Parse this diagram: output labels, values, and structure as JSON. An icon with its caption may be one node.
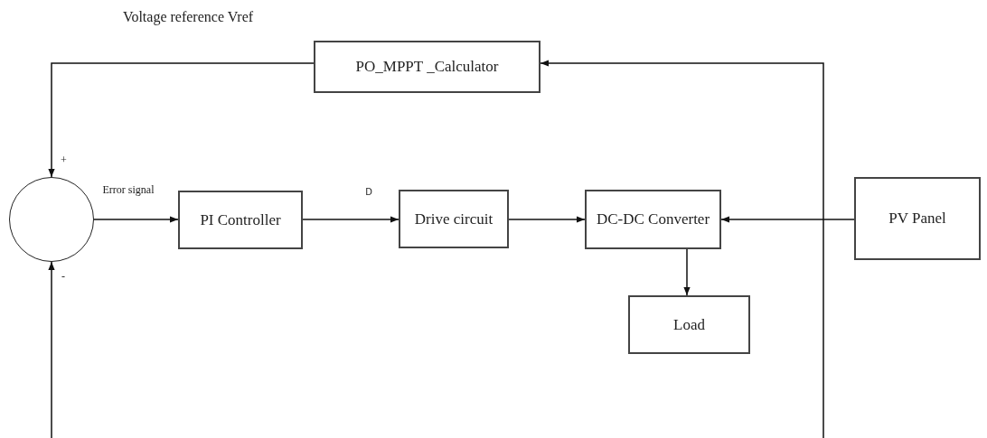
{
  "diagram": {
    "nodes": [
      {
        "text": [
          "PO_MPPT _Calculator"
        ]
      },
      {
        "text": [],
        "shape": "circle"
      },
      {
        "text": [
          "PI Controller"
        ]
      },
      {
        "text": [
          "Drive circuit"
        ]
      },
      {
        "text": [
          "DC-DC Converter"
        ]
      },
      {
        "text": [
          "PV Panel"
        ]
      },
      {
        "text": [
          "Load"
        ]
      }
    ],
    "edges": [
      {
        "from": null,
        "to": 0,
        "arrow": "to"
      },
      {
        "from": 0,
        "to": 1,
        "arrow": "to",
        "label": "Voltage reference Vref"
      },
      {
        "from": null,
        "to": 1,
        "arrow": "to"
      },
      {
        "from": 1,
        "to": 2,
        "arrow": "to",
        "label": "Error signal"
      },
      {
        "from": 2,
        "to": 3,
        "arrow": "to",
        "label": "D"
      },
      {
        "from": 3,
        "to": 4,
        "arrow": "to"
      },
      {
        "from": 5,
        "to": 4,
        "arrow": "to"
      },
      {
        "from": 4,
        "to": 6,
        "arrow": "to"
      }
    ],
    "labels": [
      "+",
      "-"
    ]
  }
}
